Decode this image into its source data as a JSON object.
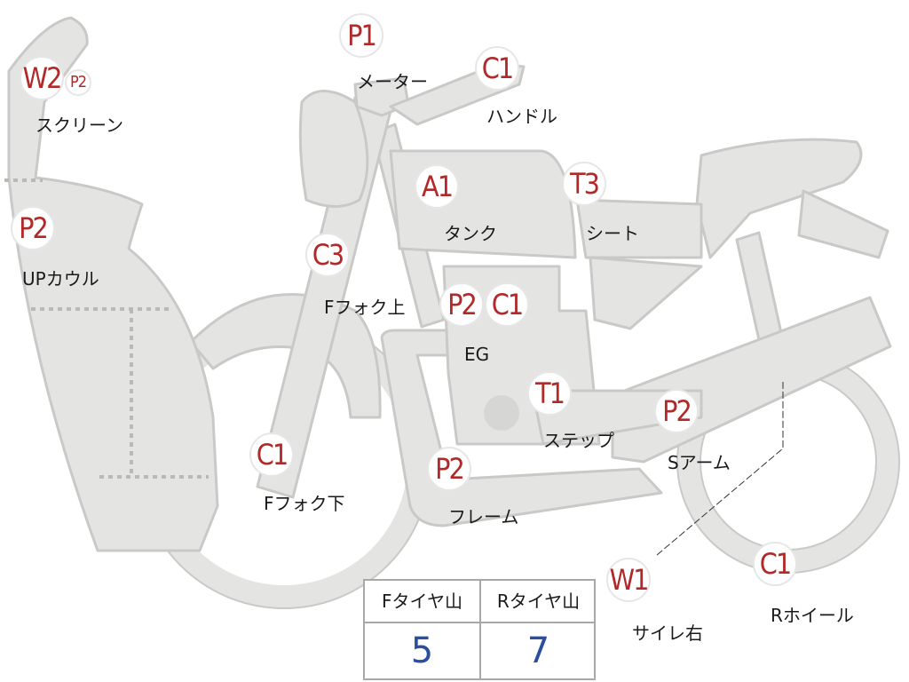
{
  "parts": [
    {
      "id": "screen",
      "code": "W2",
      "code2": "P2",
      "label": "スクリーン"
    },
    {
      "id": "upcowl",
      "code": "P2",
      "label": "UPカウル"
    },
    {
      "id": "meter",
      "code": "P1",
      "label": "メーター"
    },
    {
      "id": "handle",
      "code": "C1",
      "label": "ハンドル"
    },
    {
      "id": "tank",
      "code": "A1",
      "label": "タンク"
    },
    {
      "id": "seat",
      "code": "T3",
      "label": "シート"
    },
    {
      "id": "ffork-upper",
      "code": "C3",
      "label": "Fフォク上"
    },
    {
      "id": "engine",
      "code": "P2",
      "code2": "C1",
      "label": "EG"
    },
    {
      "id": "step",
      "code": "T1",
      "label": "ステップ"
    },
    {
      "id": "swingarm",
      "code": "P2",
      "label": "Sアーム"
    },
    {
      "id": "ffork-lower",
      "code": "C1",
      "label": "Fフォク下"
    },
    {
      "id": "frame",
      "code": "P2",
      "label": "フレーム"
    },
    {
      "id": "muffler-right",
      "code": "W1",
      "label": "サイレ右"
    },
    {
      "id": "rwheel",
      "code": "C1",
      "label": "Rホイール"
    }
  ],
  "tire_table": {
    "front_header": "Fタイヤ山",
    "rear_header": "Rタイヤ山",
    "front_value": "5",
    "rear_value": "7"
  },
  "colors": {
    "part_fill": "#e4e5e3",
    "part_stroke": "#c9cac8",
    "code": "#b02a2a",
    "value": "#2b4fa0"
  }
}
